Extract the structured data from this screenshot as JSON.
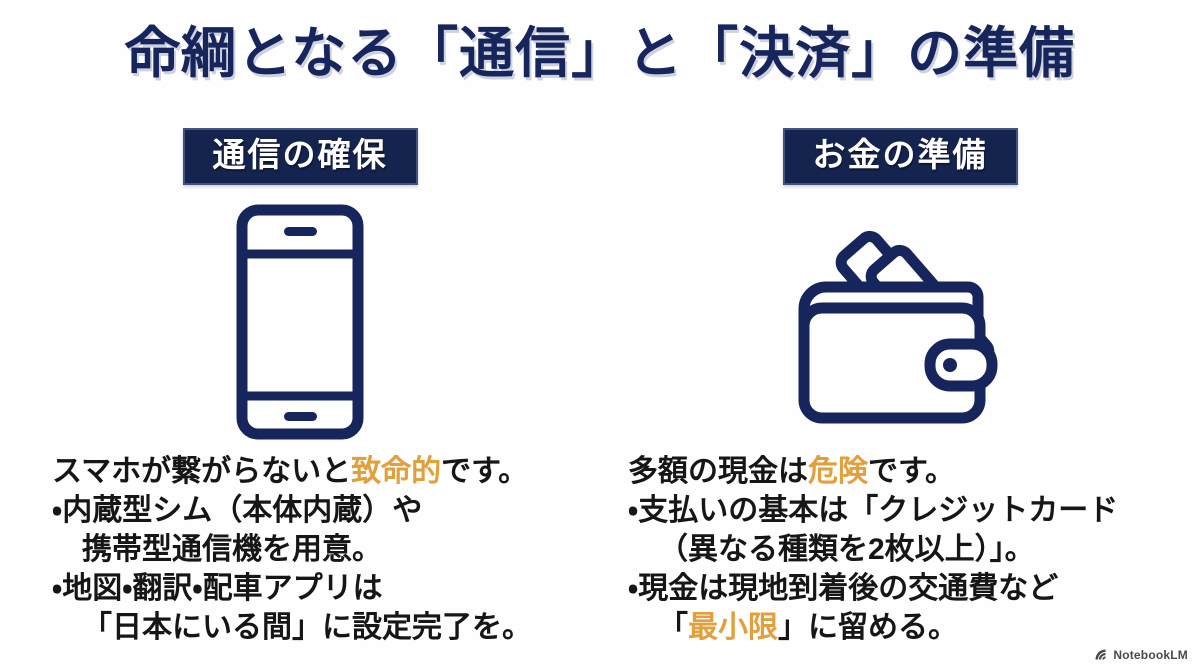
{
  "slide": {
    "title": "命綱となる「通信」と「決済」の準備",
    "background_color": "#fefefe",
    "navy_color": "#16265c",
    "badge_bg_color": "#15234f",
    "highlight_color": "#e2a03c",
    "body_text_color": "#161616"
  },
  "columns": [
    {
      "badge_label": "通信の確保",
      "icon": "smartphone-icon",
      "lead": {
        "before": "スマホが繋がらないと",
        "highlight": "致命的",
        "after": "です。"
      },
      "bullets": [
        {
          "marker": "・",
          "line1": "内蔵型シム（本体内蔵）や",
          "line2": "携帯型通信機を用意。"
        },
        {
          "marker": "・",
          "line1": "地図・翻訳・配車アプリは",
          "line2": "「日本にいる間」に設定完了を。"
        }
      ]
    },
    {
      "badge_label": "お金の準備",
      "icon": "wallet-icon",
      "lead": {
        "before": "多額の現金は",
        "highlight": "危険",
        "after": "です。"
      },
      "bullets": [
        {
          "marker": "・",
          "line1": "支払いの基本は「クレジットカード",
          "line2": "（異なる種類を2枚以上）」。"
        },
        {
          "marker": "・",
          "line1": "現金は現地到着後の交通費など",
          "line2_prefix": "「",
          "line2_highlight": "最小限",
          "line2_suffix": "」に留める。"
        }
      ]
    }
  ],
  "watermark": {
    "label": "NotebookLM",
    "icon": "notebooklm-logo-icon"
  }
}
